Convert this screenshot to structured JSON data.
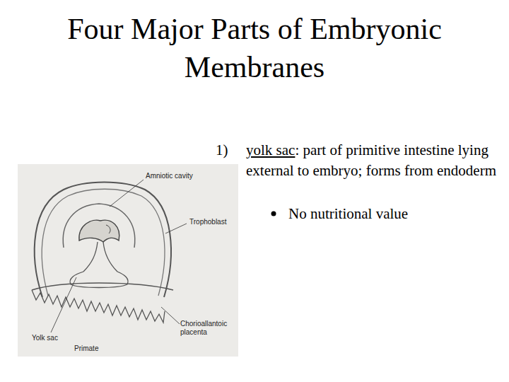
{
  "diagram": {
    "title": "Four Major Parts of Embryonic Membranes",
    "labels": [
      "1)",
      "yolk sac",
      ": part of primitive intestine lying external to embryo; forms from endoderm",
      "No nutritional value",
      "Amniotic cavity",
      "Trophoblast",
      "Chorioallantoic placenta",
      "Yolk sac",
      "Primate"
    ]
  }
}
